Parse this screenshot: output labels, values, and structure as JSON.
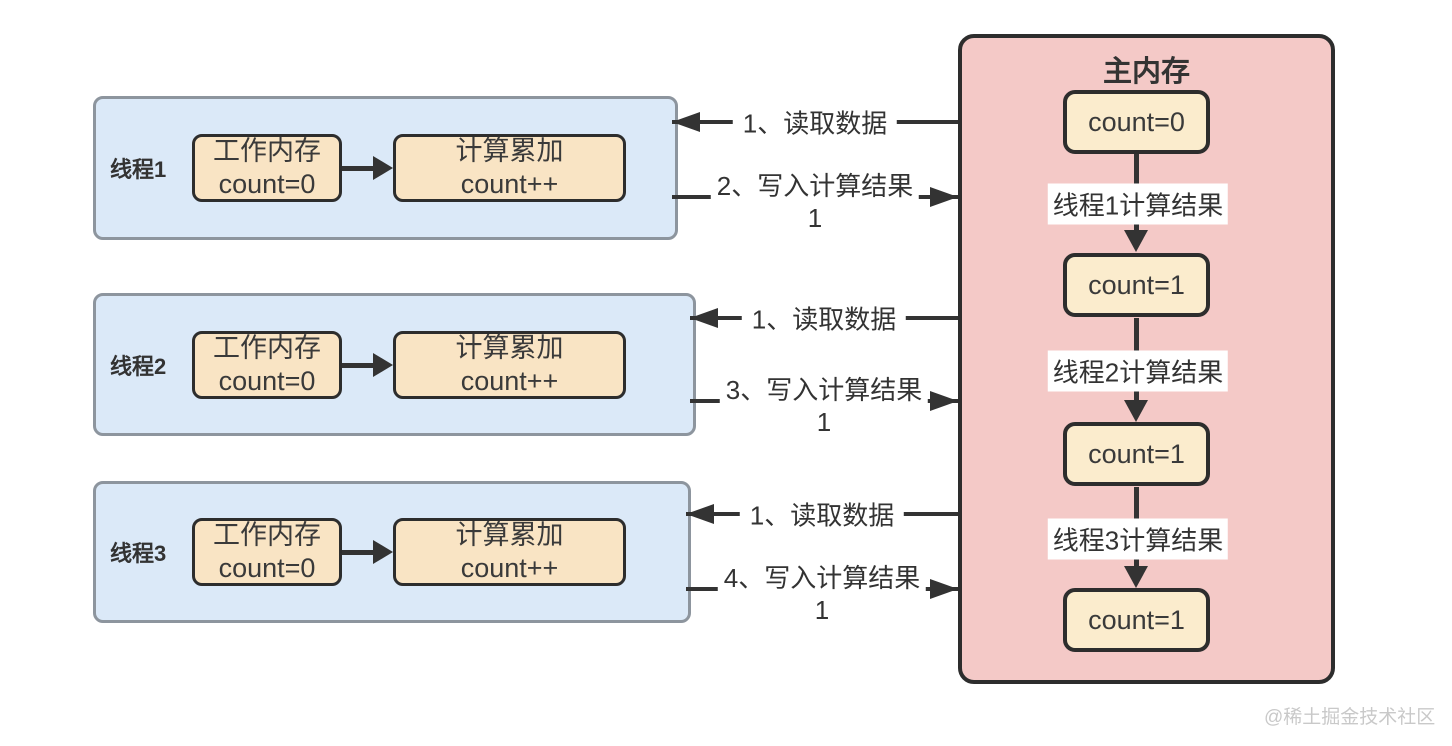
{
  "threads": [
    {
      "label": "线程1",
      "work_memory": {
        "title": "工作内存",
        "value": "count=0"
      },
      "compute": {
        "title": "计算累加",
        "value": "count++"
      },
      "read_arrow_label": "1、读取数据",
      "write_arrow_label": "2、写入计算结果",
      "write_arrow_value": "1"
    },
    {
      "label": "线程2",
      "work_memory": {
        "title": "工作内存",
        "value": "count=0"
      },
      "compute": {
        "title": "计算累加",
        "value": "count++"
      },
      "read_arrow_label": "1、读取数据",
      "write_arrow_label": "3、写入计算结果",
      "write_arrow_value": "1"
    },
    {
      "label": "线程3",
      "work_memory": {
        "title": "工作内存",
        "value": "count=0"
      },
      "compute": {
        "title": "计算累加",
        "value": "count++"
      },
      "read_arrow_label": "1、读取数据",
      "write_arrow_label": "4、写入计算结果",
      "write_arrow_value": "1"
    }
  ],
  "main_memory": {
    "title": "主内存",
    "states": [
      "count=0",
      "count=1",
      "count=1",
      "count=1"
    ],
    "transitions": [
      "线程1计算结果",
      "线程2计算结果",
      "线程3计算结果"
    ]
  },
  "watermark": "@稀土掘金技术社区",
  "colors": {
    "thread_fill": "#dbe9f8",
    "thread_border": "#8d959e",
    "box_fill": "#f9e4c4",
    "box_border": "#2d2d2d",
    "memory_fill": "#f4c9c7",
    "count_fill": "#fbeccd",
    "arrow": "#333333"
  }
}
